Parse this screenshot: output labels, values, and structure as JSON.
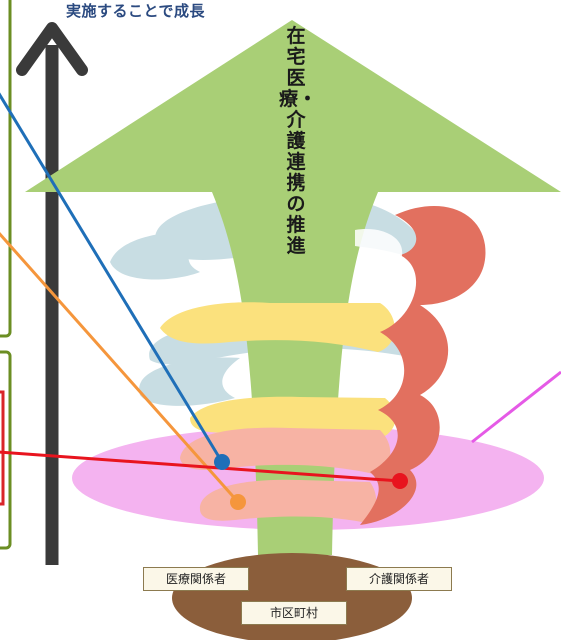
{
  "header": {
    "text": "実施することで成長"
  },
  "arrow_title": {
    "text": "在宅医療・介護連携の推進"
  },
  "labels": {
    "medical": "医療関係者",
    "care": "介護関係者",
    "municipal": "市区町村"
  },
  "colors": {
    "arrow_green": "#a9cf76",
    "swirl_blue": "#c8dde3",
    "swirl_yellow": "#fbe17d",
    "swirl_pink": "#f7b3a4",
    "swirl_red": "#e2705f",
    "ellipse_magenta": "#f4b3f0",
    "soil_brown": "#8b5e3b",
    "growth_arrow": "#3a3a3a",
    "line_blue": "#1f6fb8",
    "line_orange": "#f5963c",
    "line_red": "#e8141e",
    "line_magenta": "#e55ae6",
    "box_green": "#6b8e23",
    "box_red": "#d9252a"
  }
}
